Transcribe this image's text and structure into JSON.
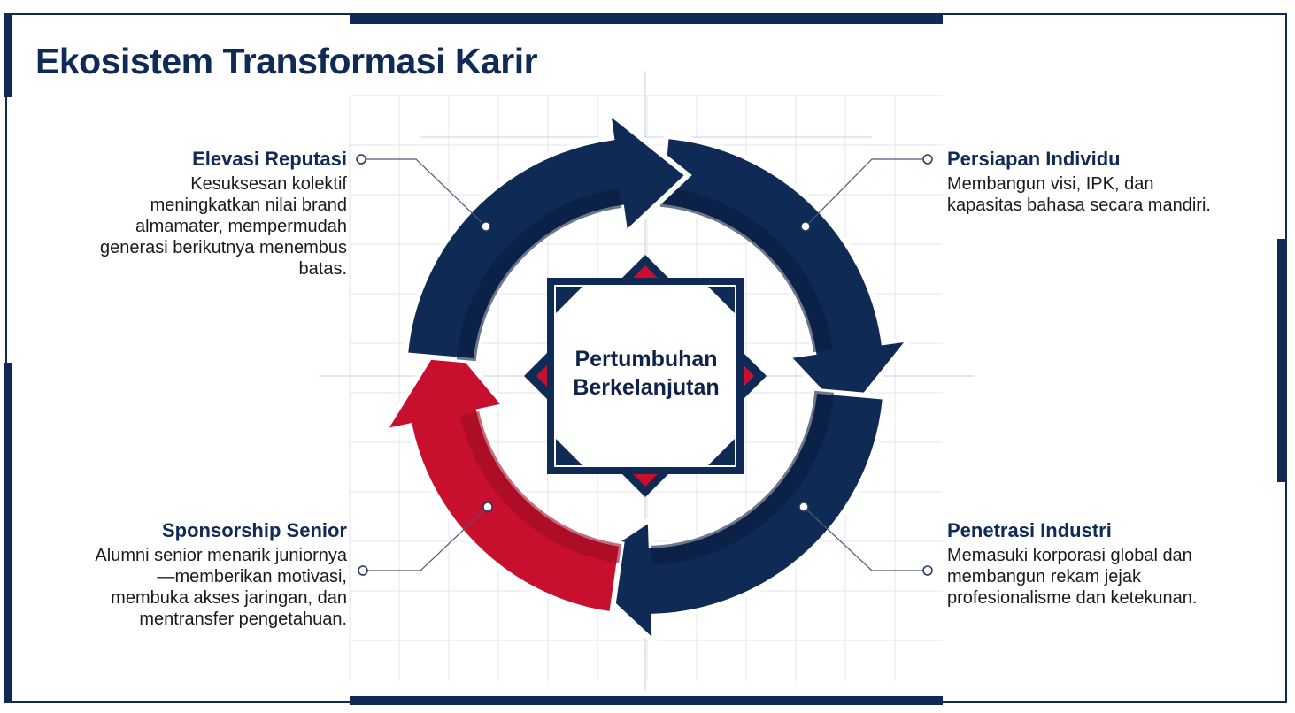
{
  "title": "Ekosistem Transformasi Karir",
  "center": {
    "line1": "Pertumbuhan",
    "line2": "Berkelanjutan"
  },
  "stages": [
    {
      "title": "Persiapan Individu",
      "text": "Membangun visi, IPK, dan kapasitas bahasa secara mandiri."
    },
    {
      "title": "Penetrasi Industri",
      "text": "Memasuki korporasi global dan membangun rekam jejak profesionalisme dan ketekunan."
    },
    {
      "title": "Sponsorship Senior",
      "text": "Alumni senior menarik juniornya—memberikan motivasi, membuka akses jaringan, dan mentransfer pengetahuan."
    },
    {
      "title": "Elevasi Reputasi",
      "text": "Kesuksesan kolektif meningkatkan nilai brand almamater, mempermudah generasi berikutnya menembus batas."
    }
  ],
  "colors": {
    "navy": "#0f2a55",
    "red": "#c8102e"
  }
}
